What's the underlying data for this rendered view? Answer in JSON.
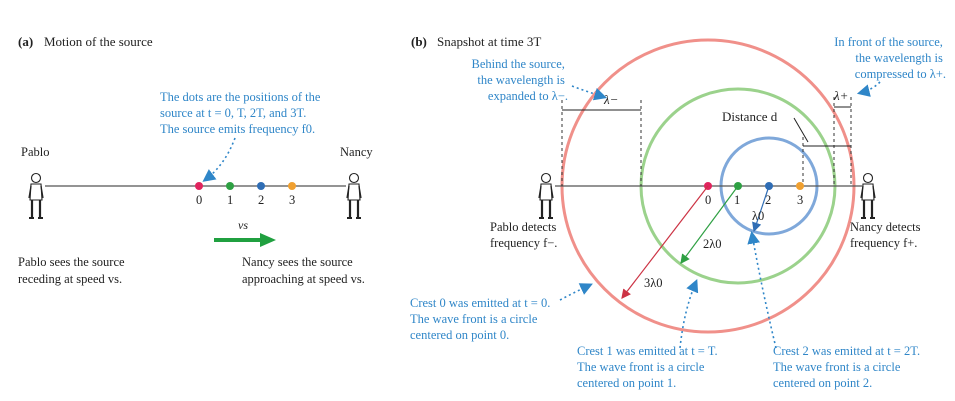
{
  "panel_a": {
    "label": "(a)",
    "title": "Motion of the source",
    "note_lines": [
      "The dots are the positions of the",
      "source at t = 0, T, 2T, and 3T.",
      "The source emits frequency f0."
    ],
    "pablo_label": "Pablo",
    "nancy_label": "Nancy",
    "dot_labels": [
      "0",
      "1",
      "2",
      "3"
    ],
    "velocity_label": "vs",
    "pablo_caption": [
      "Pablo sees the source",
      "receding at speed vs."
    ],
    "nancy_caption": [
      "Nancy sees the source",
      "approaching at speed vs."
    ]
  },
  "panel_b": {
    "label": "(b)",
    "title": "Snapshot at time 3T",
    "behind_note": [
      "Behind the source,",
      "the wavelength is",
      "expanded to λ−."
    ],
    "front_note": [
      "In front of the source,",
      "the wavelength is",
      "compressed to λ+."
    ],
    "lambda_minus": "λ−",
    "lambda_plus": "λ+",
    "distance_label": "Distance d",
    "dot_labels": [
      "0",
      "1",
      "2",
      "3"
    ],
    "radius_labels": [
      "λ0",
      "2λ0",
      "3λ0"
    ],
    "pablo_detects": [
      "Pablo detects",
      "frequency f−."
    ],
    "nancy_detects": [
      "Nancy detects",
      "frequency f+."
    ],
    "crest0": [
      "Crest 0 was emitted at t = 0.",
      "The wave front is a circle",
      "centered on point 0."
    ],
    "crest1": [
      "Crest 1 was emitted at t = T.",
      "The wave front is a circle",
      "centered on point 1."
    ],
    "crest2": [
      "Crest 2 was emitted at t = 2T.",
      "The wave front is a circle",
      "centered on point 2."
    ]
  },
  "colors": {
    "dot0": "#e0245e",
    "dot1": "#2ea043",
    "dot2": "#2f6db5",
    "dot3": "#f0a030",
    "circle0": "#f0908a",
    "circle1": "#9bd28c",
    "circle2": "#7fa8da",
    "note_text": "#2f86c8",
    "arrow": "#20a040"
  }
}
